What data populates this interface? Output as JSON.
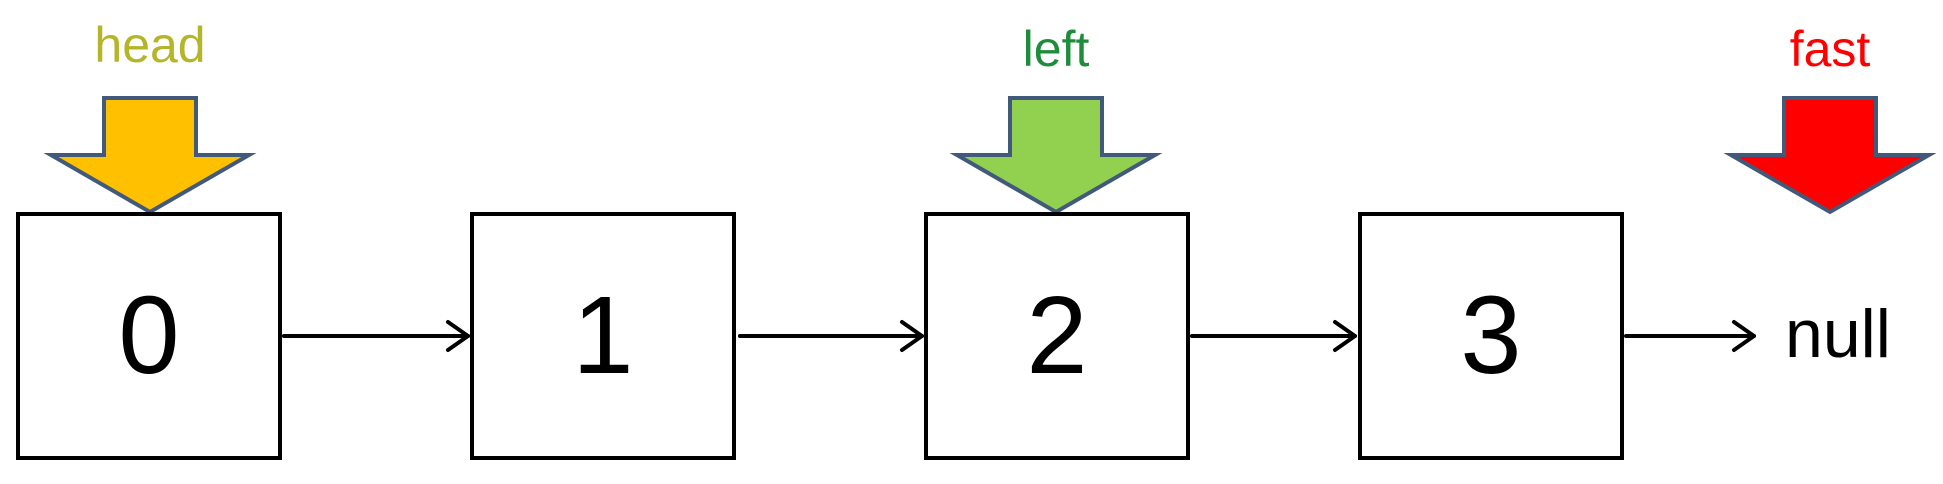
{
  "nodes": [
    {
      "value": "0"
    },
    {
      "value": "1"
    },
    {
      "value": "2"
    },
    {
      "value": "3"
    }
  ],
  "terminal": {
    "label": "null"
  },
  "pointers": {
    "head": {
      "label": "head",
      "text_color": "#b5b52a",
      "fill": "#ffc000",
      "points_to": 0
    },
    "left": {
      "label": "left",
      "text_color": "#1e8c3a",
      "fill": "#92d050",
      "points_to": 2
    },
    "fast": {
      "label": "fast",
      "text_color": "#ff0000",
      "fill": "#ff0000",
      "points_to": "null"
    }
  },
  "colors": {
    "arrow_outline": "#41597a",
    "link_arrow": "#000000",
    "box_border": "#000000"
  }
}
